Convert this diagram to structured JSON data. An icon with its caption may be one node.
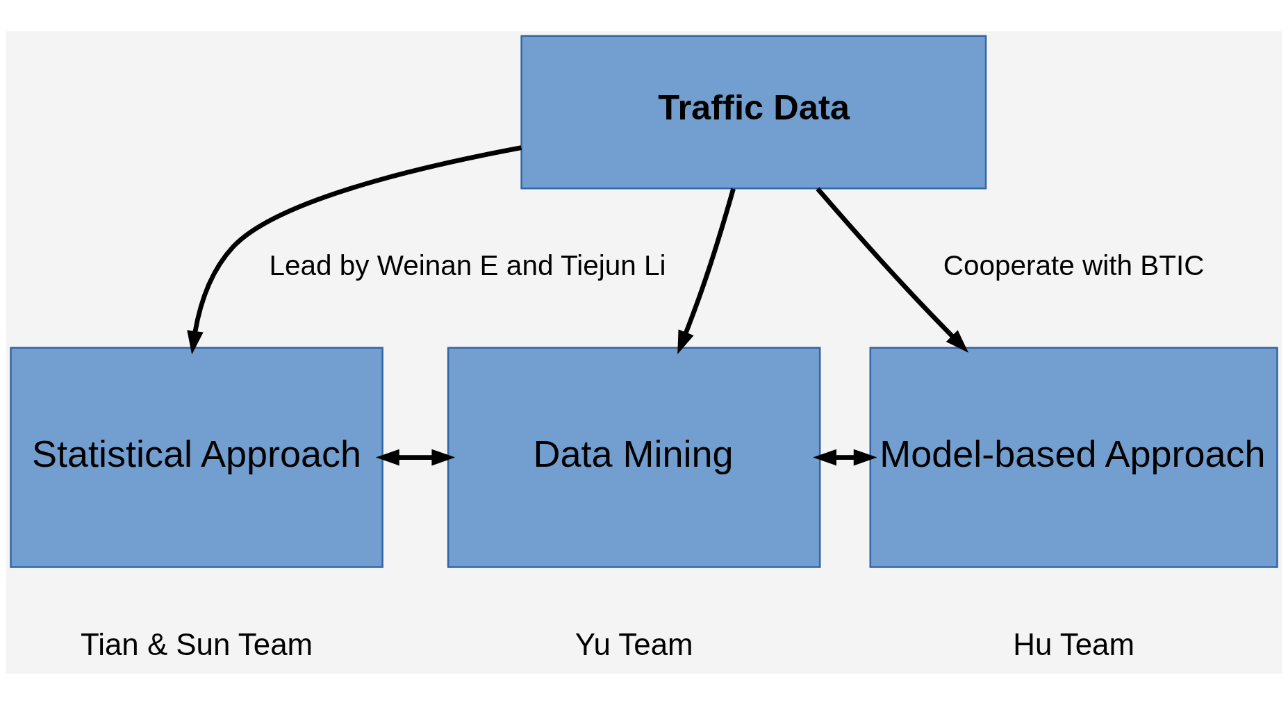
{
  "diagram": {
    "nodes": [
      {
        "text": [
          "Traffic Data"
        ]
      },
      {
        "text": [
          "Statistical Approach"
        ],
        "beside": [
          "Tian & Sun Team"
        ]
      },
      {
        "text": [
          "Data Mining"
        ],
        "beside": [
          "Yu Team"
        ]
      },
      {
        "text": [
          "Model-based Approach"
        ],
        "beside": [
          "Hu Team"
        ]
      }
    ],
    "edges": [
      {
        "from": 0,
        "to": 1,
        "arrow": "to"
      },
      {
        "from": 0,
        "to": 2,
        "arrow": "to"
      },
      {
        "from": 0,
        "to": 3,
        "arrow": "to"
      },
      {
        "from": 1,
        "to": 2,
        "arrow": "both"
      },
      {
        "from": 2,
        "to": 3,
        "arrow": "both"
      }
    ],
    "labels": [
      "Lead by Weinan E and Tiejun Li",
      "Cooperate with BTIC"
    ]
  }
}
